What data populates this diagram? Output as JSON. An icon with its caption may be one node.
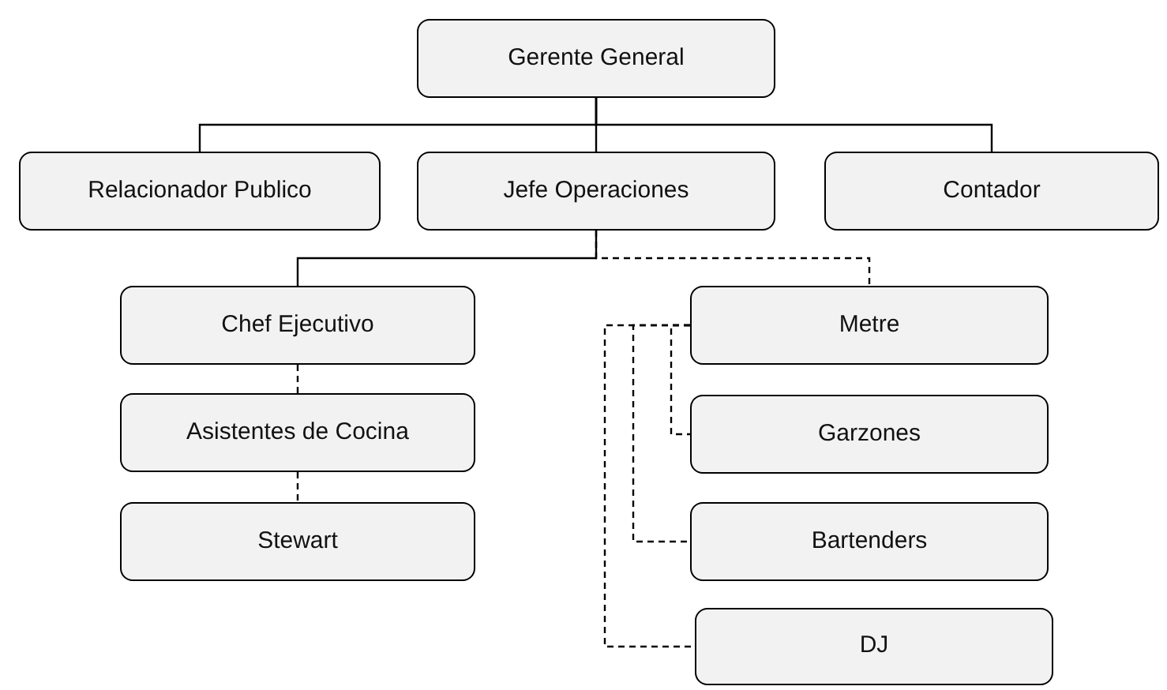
{
  "diagram": {
    "nodes": [
      {
        "text": [
          "Gerente General"
        ]
      },
      {
        "text": [
          "Relacionador Publico"
        ]
      },
      {
        "text": [
          "Jefe Operaciones"
        ]
      },
      {
        "text": [
          "Contador"
        ]
      },
      {
        "text": [
          "Chef Ejecutivo"
        ]
      },
      {
        "text": [
          "Asistentes de Cocina"
        ]
      },
      {
        "text": [
          "Stewart"
        ]
      },
      {
        "text": [
          "Metre"
        ]
      },
      {
        "text": [
          "Garzones"
        ]
      },
      {
        "text": [
          "Bartenders"
        ]
      },
      {
        "text": [
          "DJ"
        ]
      }
    ],
    "edges": [
      {
        "from": 0,
        "to": 1,
        "arrow": "none"
      },
      {
        "from": 0,
        "to": 2,
        "arrow": "none"
      },
      {
        "from": 0,
        "to": 3,
        "arrow": "none"
      },
      {
        "from": 2,
        "to": 4,
        "arrow": "none"
      },
      {
        "from": 2,
        "to": 7,
        "arrow": "none",
        "style": "dashed"
      },
      {
        "from": 4,
        "to": 5,
        "arrow": "none",
        "style": "dashed"
      },
      {
        "from": 5,
        "to": 6,
        "arrow": "none",
        "style": "dashed"
      },
      {
        "from": 7,
        "to": 8,
        "arrow": "none",
        "style": "dashed"
      },
      {
        "from": 7,
        "to": 9,
        "arrow": "none",
        "style": "dashed"
      },
      {
        "from": 7,
        "to": 10,
        "arrow": "none",
        "style": "dashed"
      }
    ]
  }
}
